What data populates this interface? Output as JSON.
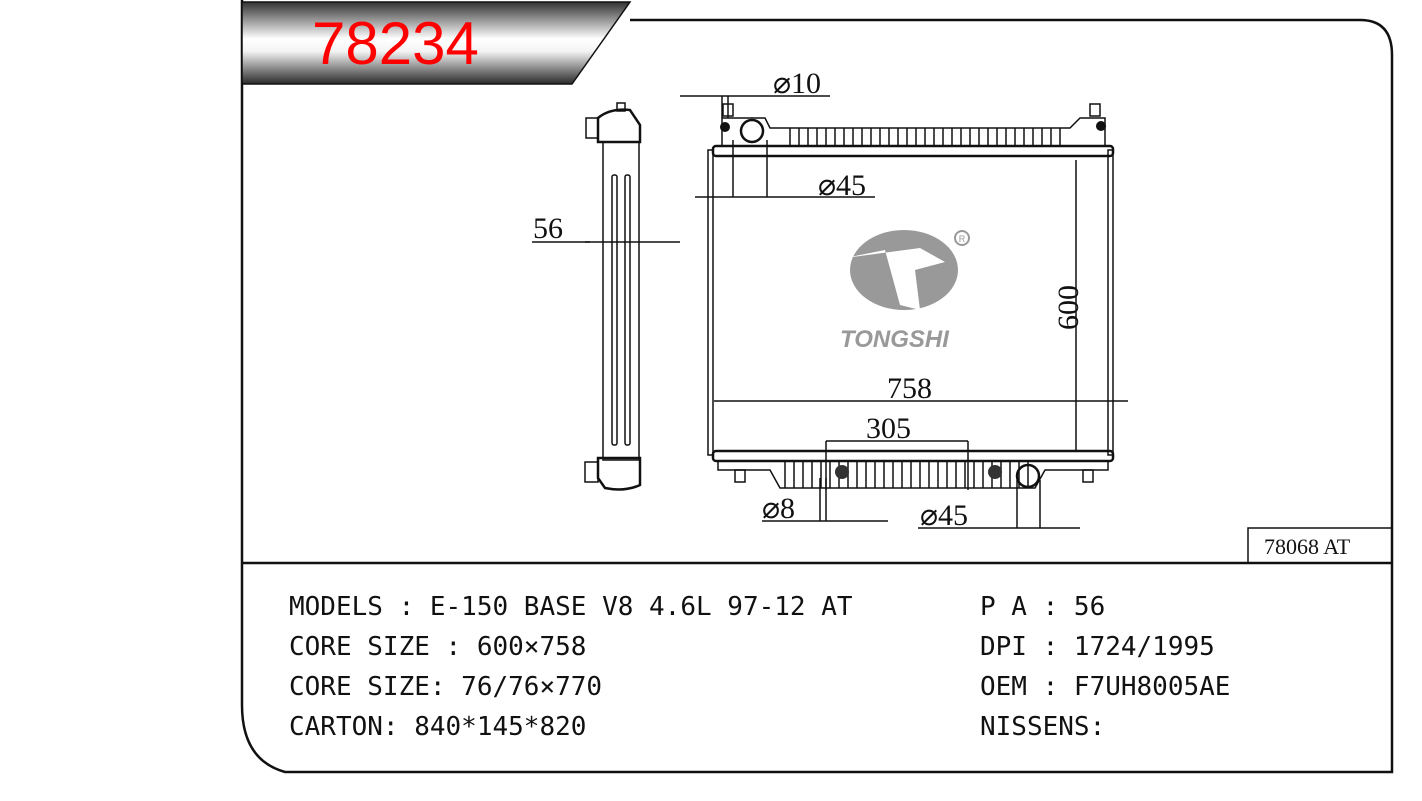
{
  "header": {
    "part_number": "78234",
    "part_number_color": "#ff0000"
  },
  "drawing": {
    "dimensions": {
      "inlet_pipe_small": "⌀10",
      "upper_pipe": "⌀45",
      "thickness": "56",
      "height": "600",
      "width": "758",
      "pipe_spacing": "305",
      "lower_small_pipe": "⌀8",
      "lower_pipe": "⌀45"
    },
    "logo": {
      "brand": "TONGSHI",
      "registered_mark": "R"
    },
    "reference_box": "78068 AT"
  },
  "specs": {
    "left": [
      "MODELS : E-150 BASE V8 4.6L 97-12 AT",
      "CORE SIZE : 600×758",
      "CORE SIZE: 76/76×770",
      "CARTON: 840*145*820"
    ],
    "right": [
      "P A : 56",
      "DPI : 1724/1995",
      "OEM : F7UH8005AE",
      "NISSENS:"
    ]
  }
}
